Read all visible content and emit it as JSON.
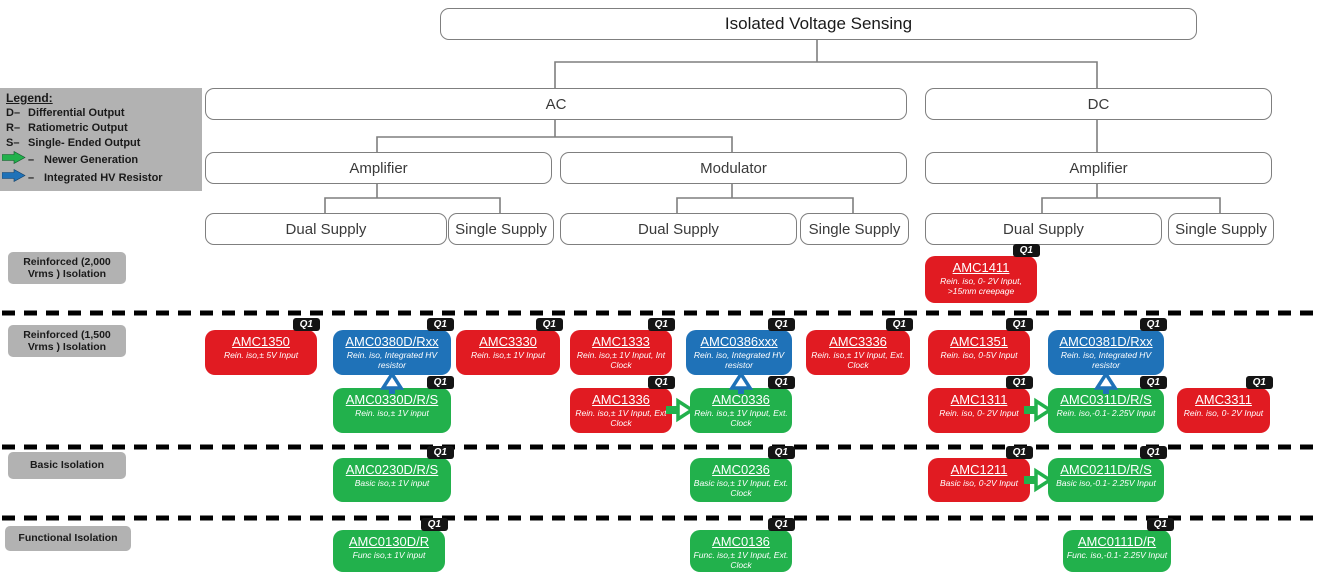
{
  "badge": "Q1",
  "colors": {
    "red": "#e11b22",
    "green": "#22b14c",
    "blue": "#1f72b8",
    "label_gray": "#b2b2b2",
    "line_gray": "#7f7f7f"
  },
  "nodes": {
    "root": "Isolated Voltage Sensing",
    "ac": "AC",
    "dc": "DC",
    "amplifier": "Amplifier",
    "modulator": "Modulator",
    "dual_supply": "Dual Supply",
    "single_supply": "Single Supply"
  },
  "legend": {
    "title": "Legend:",
    "d_key": "D–",
    "d_label": "Differential Output",
    "r_key": "R–",
    "r_label": "Ratiometric Output",
    "s_key": "S–",
    "s_label": "Single- Ended Output",
    "green_key": "–",
    "green_label": "Newer Generation",
    "blue_key": "–",
    "blue_label": "Integrated HV Resistor"
  },
  "rows": {
    "reinforced_2000": "Reinforced (2,000 Vrms ) Isolation",
    "reinforced_1500": "Reinforced (1,500 Vrms ) Isolation",
    "basic": "Basic Isolation",
    "functional": "Functional Isolation"
  },
  "products": {
    "amc1411": {
      "name": "AMC1411",
      "desc": "Rein. iso, 0- 2V Input, >15mm creepage",
      "color": "red"
    },
    "amc1350": {
      "name": "AMC1350",
      "desc": "Rein. iso,± 5V Input",
      "color": "red"
    },
    "amc0380": {
      "name": "AMC0380D/Rxx",
      "desc": "Rein. iso, Integrated HV resistor",
      "color": "blue"
    },
    "amc3330": {
      "name": "AMC3330",
      "desc": "Rein. iso,± 1V Input",
      "color": "red"
    },
    "amc1333": {
      "name": "AMC1333",
      "desc": "Rein. iso,± 1V Input, Int Clock",
      "color": "red"
    },
    "amc0386x": {
      "name": "AMC0386xxx",
      "desc": "Rein. iso, Integrated HV resistor",
      "color": "blue"
    },
    "amc3336": {
      "name": "AMC3336",
      "desc": "Rein. iso,± 1V Input, Ext. Clock",
      "color": "red"
    },
    "amc1351": {
      "name": "AMC1351",
      "desc": "Rein. iso, 0-5V Input",
      "color": "red"
    },
    "amc0381": {
      "name": "AMC0381D/Rxx",
      "desc": "Rein. iso, Integrated HV resistor",
      "color": "blue"
    },
    "amc0330": {
      "name": "AMC0330D/R/S",
      "desc": "Rein. iso,± 1V input",
      "color": "green"
    },
    "amc1336": {
      "name": "AMC1336",
      "desc": "Rein. iso,± 1V Input, Ext Clock",
      "color": "red"
    },
    "amc0336": {
      "name": "AMC0336",
      "desc": "Rein. iso,± 1V Input, Ext. Clock",
      "color": "green"
    },
    "amc1311": {
      "name": "AMC1311",
      "desc": "Rein. iso, 0- 2V Input",
      "color": "red"
    },
    "amc0311": {
      "name": "AMC0311D/R/S",
      "desc": "Rein. iso,-0.1- 2.25V Input",
      "color": "green"
    },
    "amc3311": {
      "name": "AMC3311",
      "desc": "Rein. iso, 0- 2V Input",
      "color": "red"
    },
    "amc0230": {
      "name": "AMC0230D/R/S",
      "desc": "Basic iso,± 1V input",
      "color": "green"
    },
    "amc0236": {
      "name": "AMC0236",
      "desc": "Basic iso,± 1V Input, Ext. Clock",
      "color": "green"
    },
    "amc1211": {
      "name": "AMC1211",
      "desc": "Basic iso, 0-2V Input",
      "color": "red"
    },
    "amc0211": {
      "name": "AMC0211D/R/S",
      "desc": "Basic iso,-0.1- 2.25V Input",
      "color": "green"
    },
    "amc0130": {
      "name": "AMC0130D/R",
      "desc": "Func iso,± 1V input",
      "color": "green"
    },
    "amc0136": {
      "name": "AMC0136",
      "desc": "Func. iso,± 1V Input, Ext. Clock",
      "color": "green"
    },
    "amc0111": {
      "name": "AMC0111D/R",
      "desc": "Func. iso,-0.1- 2.25V Input",
      "color": "green"
    }
  }
}
